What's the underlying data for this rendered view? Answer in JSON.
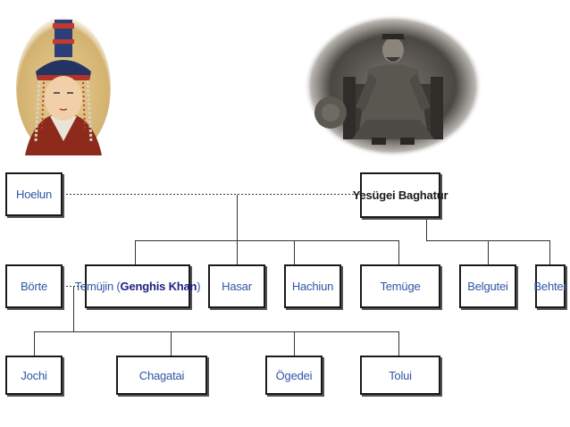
{
  "colors": {
    "name_text": "#2f55a4",
    "emph_text": "#1f1f80",
    "box_border": "#1a1a1a",
    "line": "#333333"
  },
  "portraits": {
    "left": "woman-portrait",
    "right": "seated-man-portrait"
  },
  "nodes": {
    "hoelun": "Hoelun",
    "yesugei": "Yesügei Baghatur",
    "borte": "Börte",
    "temujin_prefix": "Temüjin (",
    "temujin_title": "Genghis Khan",
    "temujin_suffix": ")",
    "hasar": "Hasar",
    "hachiun": "Hachiun",
    "temuge": "Temüge",
    "belgutei": "Belgutei",
    "behter": "Behter",
    "jochi": "Jochi",
    "chagatai": "Chagatai",
    "ogedei": "Ögedei",
    "tolui": "Tolui"
  }
}
